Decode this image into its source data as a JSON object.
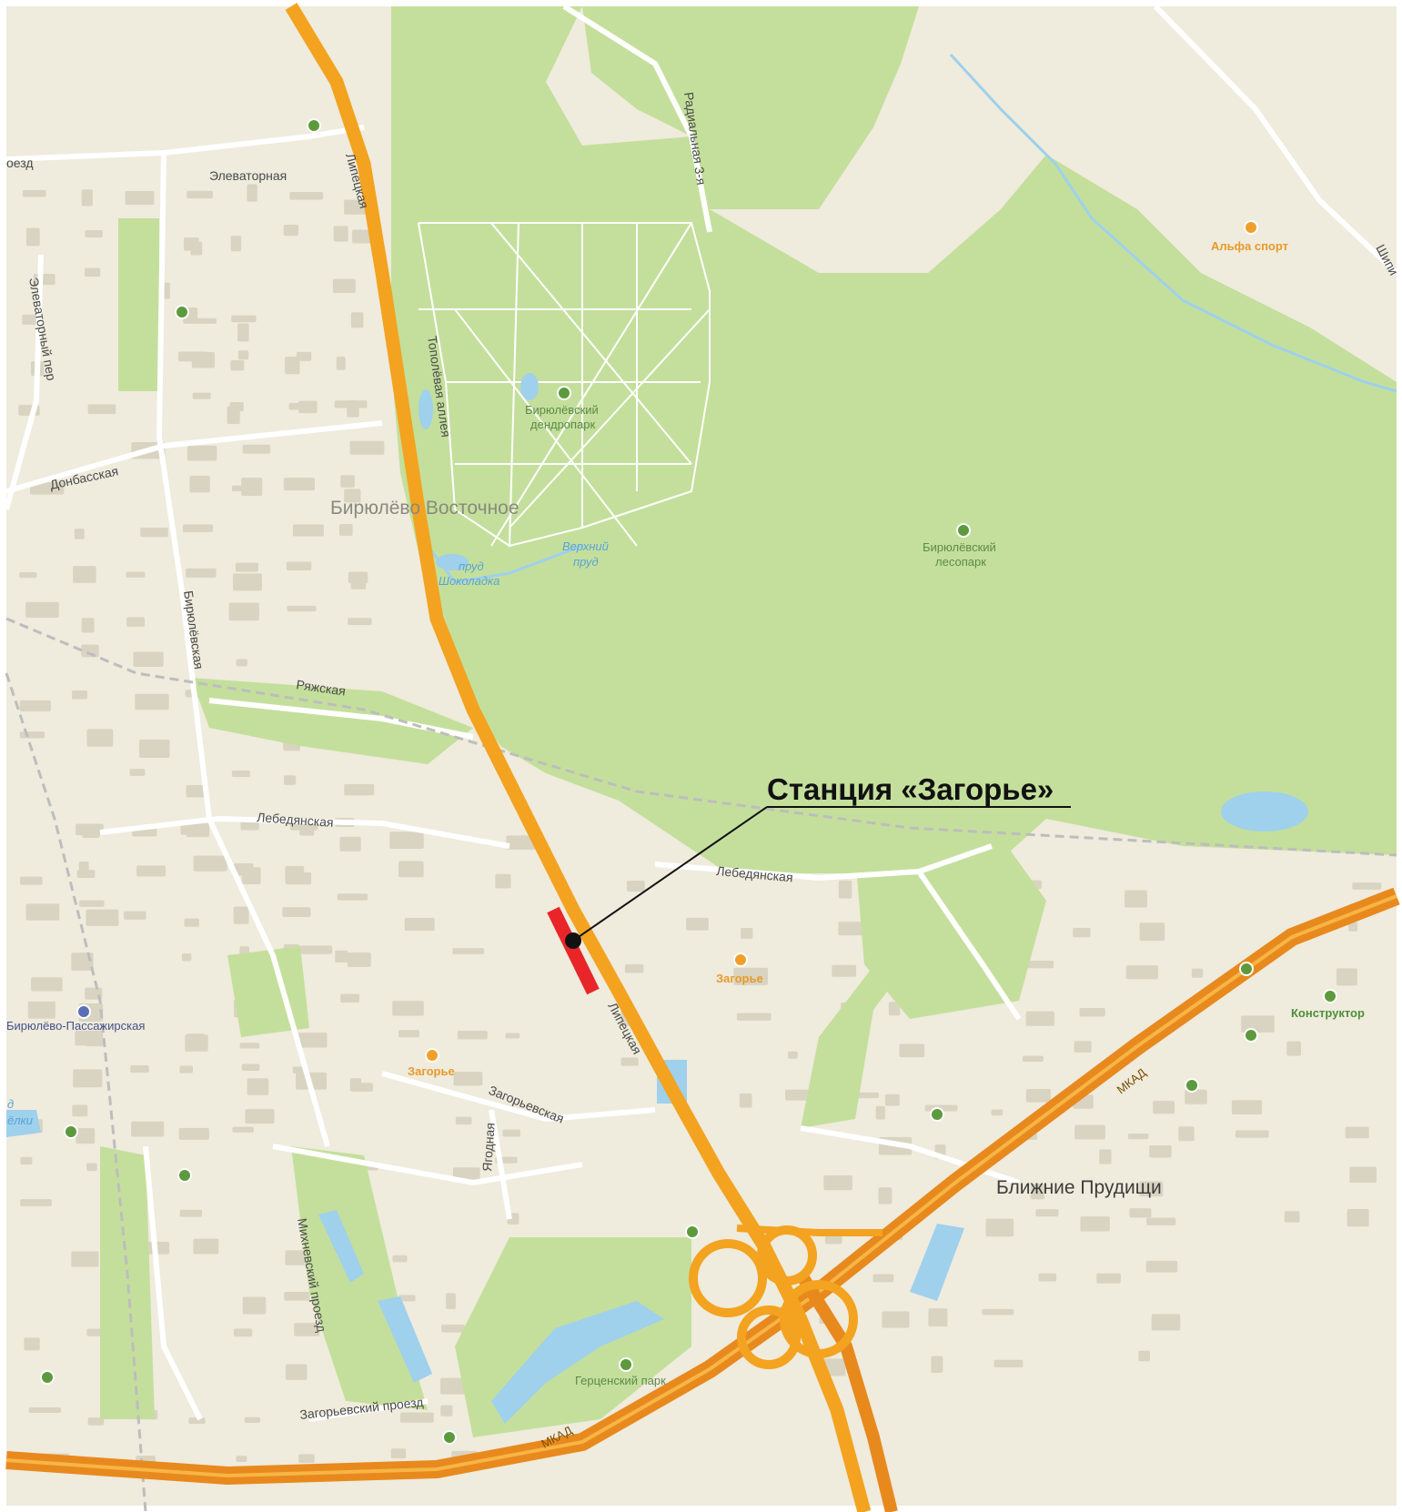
{
  "map": {
    "callout_label": "Станция «Загорье»",
    "colors": {
      "land": "#efebdd",
      "block": "#e6e1cf",
      "building": "#d9d4c1",
      "park": "#c4df9c",
      "park_dark": "#b4d58a",
      "water": "#9fd0ec",
      "road_major": "#f3a31f",
      "road_mkad": "#e8891e",
      "road_minor": "#ffffff",
      "station_segment": "#e8262a",
      "railway": "#bdbdbd",
      "callout_line": "#111111"
    },
    "labels": {
      "district_biryulevo": "Бирюлёво Восточное",
      "district_prudishchi": "Ближние Прудищи",
      "lipetskaya_north": "Липецкая",
      "lipetskaya_south": "Липецкая",
      "elevatornaya": "Элеваторная",
      "elevatorny_per": "Элеваторный пер",
      "proezd_cut": "оезд",
      "donbasskaya": "Донбасская",
      "biryulevskaya": "Бирюлёвская",
      "ryazhskaya": "Ряжская",
      "lebedyanskaya_west": "Лебедянская",
      "lebedyanskaya_east": "Лебедянская",
      "zagorevskaya": "Загорьевская",
      "yagodnaya": "Ягодная",
      "mikhnevsky": "Михневский проезд",
      "zagorevsky_proezd": "Загорьевский проезд",
      "radialnaya": "Радиальная 3-я",
      "topolevaya": "Тополёвая аллея",
      "shipi_cut": "Шипи",
      "mkad_1": "МКАД",
      "mkad_2": "МКАД",
      "dendropark_1": "Бирюлёвский",
      "dendropark_2": "дендропарк",
      "lesopark_1": "Бирюлёвский",
      "lesopark_2": "лесопарк",
      "pond_shokoladka_1": "пруд",
      "pond_shokoladka_2": "Шоколадка",
      "pond_verkhny_1": "Верхний",
      "pond_verkhny_2": "пруд",
      "pond_yolki_1": "д",
      "pond_yolki_2": "ёлки",
      "station_passenger": "Бирюлёво-Пассажирская",
      "zagorye_east": "Загорье",
      "zagorye_west": "Загорье",
      "alfa_sport": "Альфа спорт",
      "konstruktor": "Конструктор",
      "gertsensky_park": "Герценский парк"
    }
  }
}
